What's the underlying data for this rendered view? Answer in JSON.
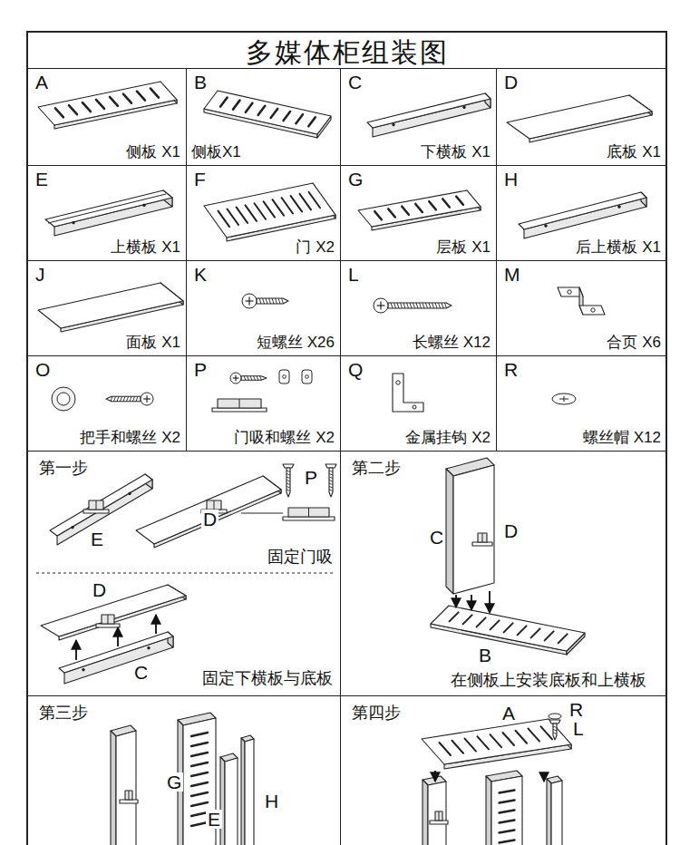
{
  "diagram": {
    "title": "多媒体柜组装图",
    "nodes": [
      {
        "text": [
          "A",
          "侧板 X1"
        ]
      },
      {
        "text": [
          "B",
          "侧板X1"
        ]
      },
      {
        "text": [
          "C",
          "下横板 X1"
        ]
      },
      {
        "text": [
          "D",
          "底板 X1"
        ]
      },
      {
        "text": [
          "E",
          "上横板 X1"
        ]
      },
      {
        "text": [
          "F",
          "门 X2"
        ]
      },
      {
        "text": [
          "G",
          "层板 X1"
        ]
      },
      {
        "text": [
          "H",
          "后上横板 X1"
        ]
      },
      {
        "text": [
          "J",
          "面板 X1"
        ]
      },
      {
        "text": [
          "K",
          "短螺丝 X26"
        ]
      },
      {
        "text": [
          "L",
          "长螺丝 X12"
        ]
      },
      {
        "text": [
          "M",
          "合页 X6"
        ]
      },
      {
        "text": [
          "O",
          "把手和螺丝 X2"
        ]
      },
      {
        "text": [
          "P",
          "门吸和螺丝 X2"
        ]
      },
      {
        "text": [
          "Q",
          "金属挂钩 X2"
        ]
      },
      {
        "text": [
          "R",
          "螺丝帽 X12"
        ]
      },
      {
        "text": [
          "第一步",
          "固定门吸",
          "固定下横板与底板"
        ]
      },
      {
        "text": [
          "第二步",
          "在侧板上安装底板和上横板"
        ]
      },
      {
        "text": [
          "第三步"
        ]
      },
      {
        "text": [
          "第四步"
        ]
      }
    ],
    "labels": [
      "E",
      "D",
      "P",
      "D",
      "C",
      "C",
      "D",
      "B",
      "G",
      "E",
      "H",
      "R",
      "A",
      "L"
    ]
  }
}
